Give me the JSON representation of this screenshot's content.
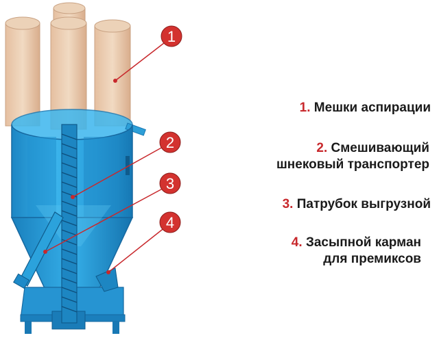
{
  "markers": [
    {
      "num": "1"
    },
    {
      "num": "2"
    },
    {
      "num": "3"
    },
    {
      "num": "4"
    }
  ],
  "legend": [
    {
      "num": "1.",
      "lines": [
        "Мешки аспирации"
      ]
    },
    {
      "num": "2.",
      "lines": [
        "Смешивающий",
        "шнековый транспортер"
      ]
    },
    {
      "num": "3.",
      "lines": [
        "Патрубок выгрузной"
      ]
    },
    {
      "num": "4.",
      "lines": [
        "Засыпной карман",
        "для премиксов"
      ]
    }
  ],
  "colors": {
    "marker": "#d3322f",
    "number_text": "#c8282c",
    "body_text": "#1a1a1a",
    "tank_blue": "#2aa3e0",
    "bag_tan": "#e8c8a8"
  }
}
